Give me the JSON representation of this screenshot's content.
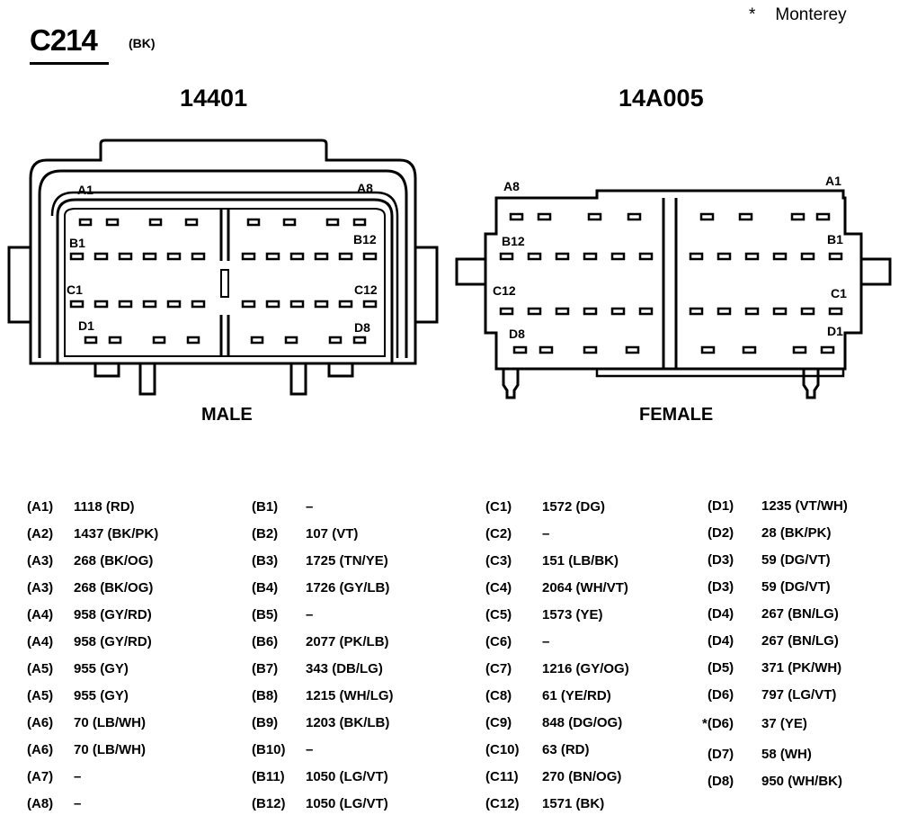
{
  "connector": {
    "name": "C214",
    "color": "(BK)",
    "note": "Monterey",
    "note_marker": "*"
  },
  "male": {
    "part_number": "14401",
    "label": "MALE",
    "cavity_labels": {
      "a_left": "A1",
      "a_right": "A8",
      "b_left": "B1",
      "b_right": "B12",
      "c_left": "C1",
      "c_right": "C12",
      "d_left": "D1",
      "d_right": "D8"
    }
  },
  "female": {
    "part_number": "14A005",
    "label": "FEMALE",
    "cavity_labels": {
      "a_left": "A8",
      "a_right": "A1",
      "b_left": "B12",
      "b_right": "B1",
      "c_left": "C12",
      "c_right": "C1",
      "d_left": "D8",
      "d_right": "D1"
    }
  },
  "pinout": [
    [
      {
        "pin": "(A1)",
        "circuit": "1118 (RD)"
      },
      {
        "pin": "(A2)",
        "circuit": "1437 (BK/PK)"
      },
      {
        "pin": "(A3)",
        "circuit": "268 (BK/OG)"
      },
      {
        "pin": "(A3)",
        "circuit": "268 (BK/OG)"
      },
      {
        "pin": "(A4)",
        "circuit": "958 (GY/RD)"
      },
      {
        "pin": "(A4)",
        "circuit": "958 (GY/RD)"
      },
      {
        "pin": "(A5)",
        "circuit": "955 (GY)"
      },
      {
        "pin": "(A5)",
        "circuit": "955 (GY)"
      },
      {
        "pin": "(A6)",
        "circuit": "70 (LB/WH)"
      },
      {
        "pin": "(A6)",
        "circuit": "70 (LB/WH)"
      },
      {
        "pin": "(A7)",
        "circuit": "–"
      },
      {
        "pin": "(A8)",
        "circuit": "–"
      }
    ],
    [
      {
        "pin": "(B1)",
        "circuit": "–"
      },
      {
        "pin": "(B2)",
        "circuit": "107 (VT)"
      },
      {
        "pin": "(B3)",
        "circuit": "1725 (TN/YE)"
      },
      {
        "pin": "(B4)",
        "circuit": "1726 (GY/LB)"
      },
      {
        "pin": "(B5)",
        "circuit": "–"
      },
      {
        "pin": "(B6)",
        "circuit": "2077 (PK/LB)"
      },
      {
        "pin": "(B7)",
        "circuit": "343 (DB/LG)"
      },
      {
        "pin": "(B8)",
        "circuit": "1215 (WH/LG)"
      },
      {
        "pin": "(B9)",
        "circuit": "1203 (BK/LB)"
      },
      {
        "pin": "(B10)",
        "circuit": "–"
      },
      {
        "pin": "(B11)",
        "circuit": "1050 (LG/VT)"
      },
      {
        "pin": "(B12)",
        "circuit": "1050 (LG/VT)"
      }
    ],
    [
      {
        "pin": "(C1)",
        "circuit": "1572 (DG)"
      },
      {
        "pin": "(C2)",
        "circuit": "–"
      },
      {
        "pin": "(C3)",
        "circuit": "151 (LB/BK)"
      },
      {
        "pin": "(C4)",
        "circuit": "2064 (WH/VT)"
      },
      {
        "pin": "(C5)",
        "circuit": "1573 (YE)"
      },
      {
        "pin": "(C6)",
        "circuit": "–"
      },
      {
        "pin": "(C7)",
        "circuit": "1216 (GY/OG)"
      },
      {
        "pin": "(C8)",
        "circuit": "61 (YE/RD)"
      },
      {
        "pin": "(C9)",
        "circuit": "848 (DG/OG)"
      },
      {
        "pin": "(C10)",
        "circuit": "63 (RD)"
      },
      {
        "pin": "(C11)",
        "circuit": "270 (BN/OG)"
      },
      {
        "pin": "(C12)",
        "circuit": "1571 (BK)"
      }
    ],
    [
      {
        "pin": "(D1)",
        "circuit": "1235 (VT/WH)"
      },
      {
        "pin": "(D2)",
        "circuit": "28 (BK/PK)"
      },
      {
        "pin": "(D3)",
        "circuit": "59 (DG/VT)"
      },
      {
        "pin": "(D3)",
        "circuit": "59 (DG/VT)"
      },
      {
        "pin": "(D4)",
        "circuit": "267 (BN/LG)"
      },
      {
        "pin": "(D4)",
        "circuit": "267 (BN/LG)"
      },
      {
        "pin": "(D5)",
        "circuit": "371 (PK/WH)"
      },
      {
        "pin": "(D6)",
        "circuit": "797 (LG/VT)"
      },
      {
        "pin": "*(D6)",
        "circuit": "37 (YE)"
      },
      {
        "pin": "(D7)",
        "circuit": "58 (WH)"
      },
      {
        "pin": "(D8)",
        "circuit": "950 (WH/BK)"
      }
    ]
  ]
}
